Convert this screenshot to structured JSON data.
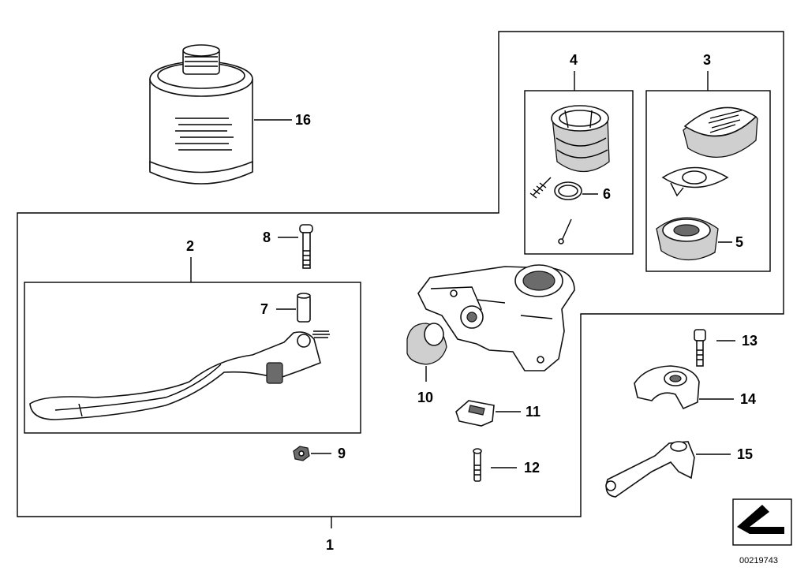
{
  "diagram": {
    "labels": {
      "p1": "1",
      "p2": "2",
      "p3": "3",
      "p4": "4",
      "p5": "5",
      "p6": "6",
      "p7": "7",
      "p8": "8",
      "p9": "9",
      "p10": "10",
      "p11": "11",
      "p12": "12",
      "p13": "13",
      "p14": "14",
      "p15": "15",
      "p16": "16"
    },
    "reference_number": "00219743"
  }
}
